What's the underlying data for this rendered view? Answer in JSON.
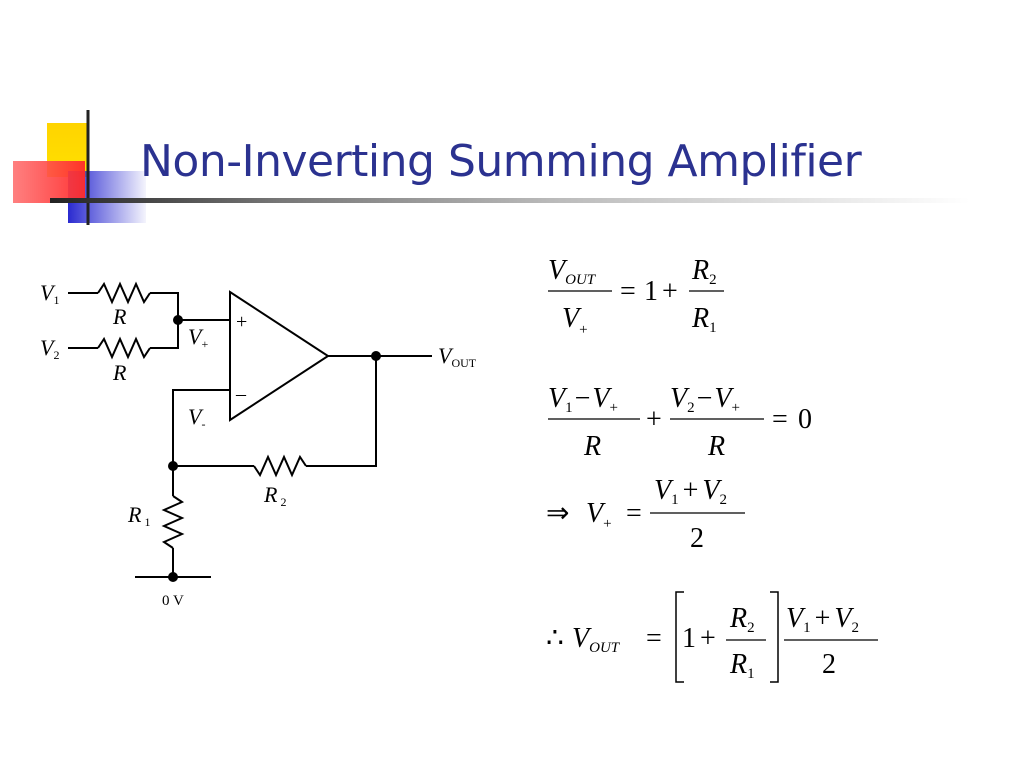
{
  "slide": {
    "title": "Non-Inverting Summing Amplifier"
  },
  "circuit": {
    "v1": "V",
    "v1_sub": "1",
    "v2": "V",
    "v2_sub": "2",
    "r_top": "R",
    "r_bottom": "R",
    "vplus": "V",
    "vplus_sub": "+",
    "vminus": "V",
    "vminus_sub": "-",
    "plus_sign": "+",
    "minus_sign": "–",
    "vout": "V",
    "vout_sub": "OUT",
    "r2": "R",
    "r2_sub": "2",
    "r1": "R",
    "r1_sub": "1",
    "ground": "0 V"
  },
  "equations": {
    "eq1": {
      "num_V": "V",
      "num_sub": "OUT",
      "den_V": "V",
      "den_sub": "+",
      "eq": "=",
      "one": "1",
      "plus": "+",
      "r_num": "R",
      "r_num_sub": "2",
      "r_den": "R",
      "r_den_sub": "1"
    },
    "eq2": {
      "n1a": "V",
      "n1a_sub": "1",
      "minus1": "−",
      "n1b": "V",
      "n1b_sub": "+",
      "d1": "R",
      "plus": "+",
      "n2a": "V",
      "n2a_sub": "2",
      "minus2": "−",
      "n2b": "V",
      "n2b_sub": "+",
      "d2": "R",
      "eq": "=",
      "zero": "0"
    },
    "eq3": {
      "arrow": "⇒",
      "lhs": "V",
      "lhs_sub": "+",
      "eq": "=",
      "na": "V",
      "na_sub": "1",
      "plus": "+",
      "nb": "V",
      "nb_sub": "2",
      "den": "2"
    },
    "eq4": {
      "therefore": "∴",
      "lhs": "V",
      "lhs_sub": "OUT",
      "eq": "=",
      "one": "1",
      "plus": "+",
      "r_num": "R",
      "r_num_sub": "2",
      "r_den": "R",
      "r_den_sub": "1",
      "na": "V",
      "na_sub": "1",
      "plus2": "+",
      "nb": "V",
      "nb_sub": "2",
      "den": "2"
    }
  }
}
